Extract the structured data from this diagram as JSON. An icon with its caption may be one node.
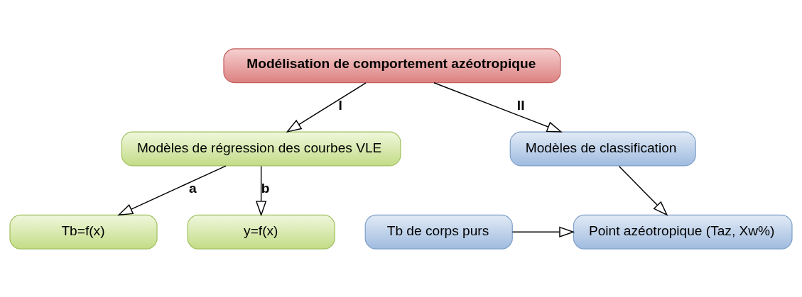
{
  "diagram": {
    "nodes": [
      {
        "text": [
          "Modélisation de comportement azéotropique"
        ]
      },
      {
        "text": [
          "Modèles de régression des courbes VLE"
        ]
      },
      {
        "text": [
          "Modèles de classification"
        ]
      },
      {
        "text": [
          "Tb=f(x)"
        ]
      },
      {
        "text": [
          "y=f(x)"
        ]
      },
      {
        "text": [
          "Point azéotropique (Taz, Xw%)"
        ]
      },
      {
        "text": [
          "Tb de corps purs"
        ]
      }
    ],
    "edges": [
      {
        "from": 0,
        "to": 1,
        "arrow": "to",
        "label": "I"
      },
      {
        "from": 0,
        "to": 2,
        "arrow": "to",
        "label": "II"
      },
      {
        "from": 1,
        "to": 3,
        "arrow": "to",
        "label": "a"
      },
      {
        "from": 1,
        "to": 4,
        "arrow": "to",
        "label": "b"
      },
      {
        "from": 2,
        "to": 5,
        "arrow": "to"
      },
      {
        "from": 6,
        "to": 5,
        "arrow": "to"
      }
    ]
  }
}
